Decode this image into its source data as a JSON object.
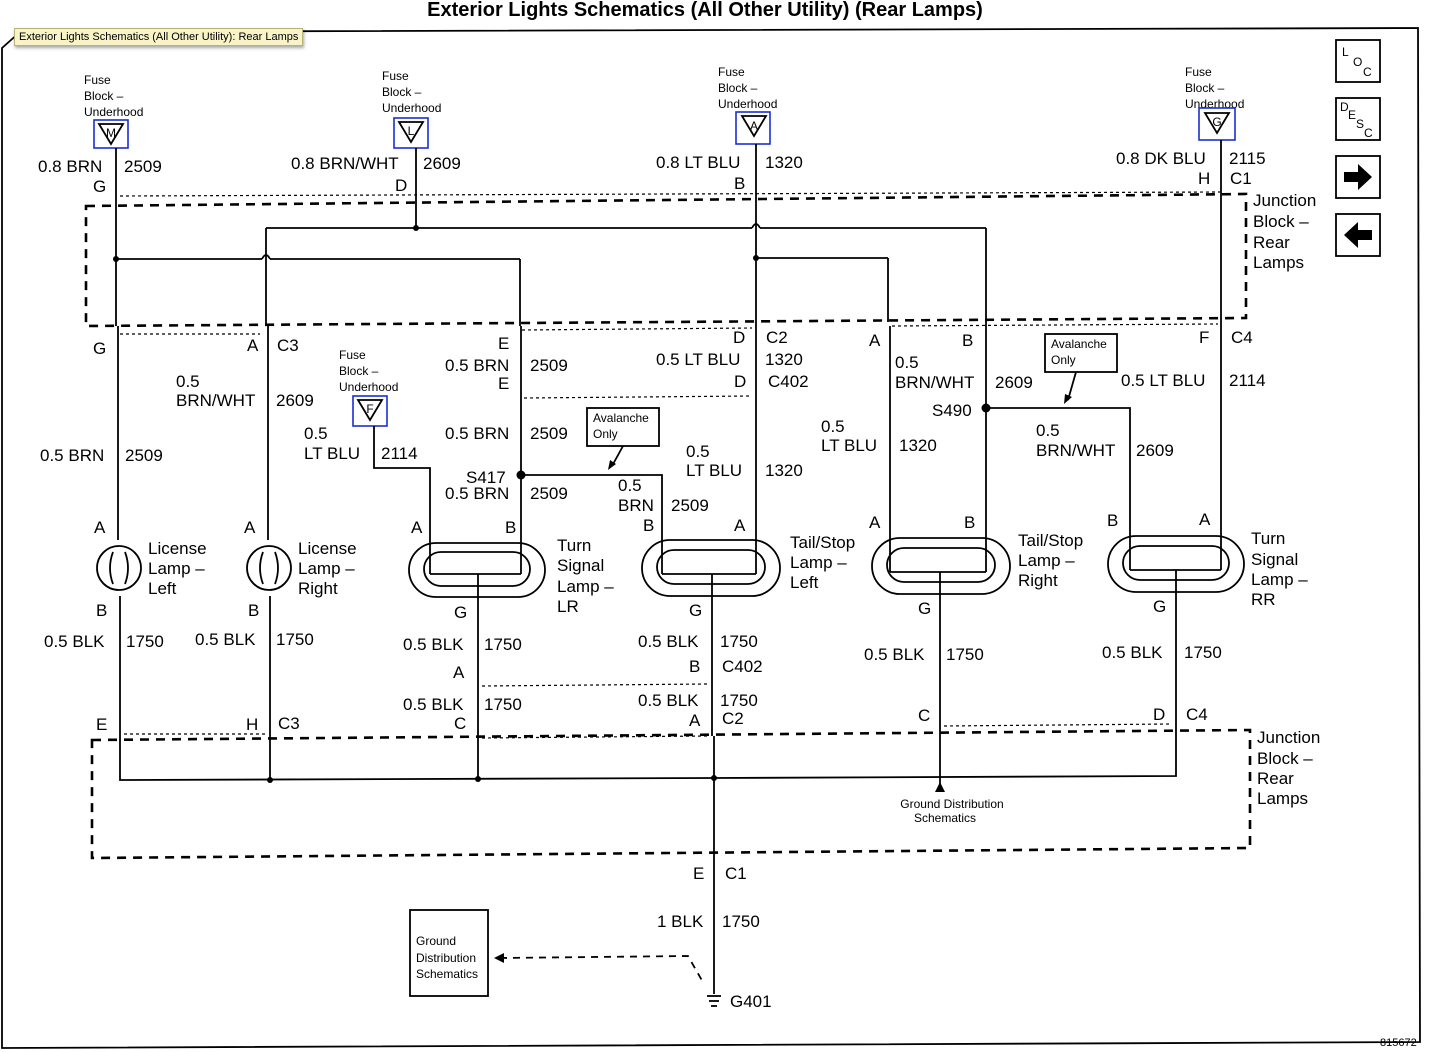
{
  "title": "Exterior Lights Schematics (All Other Utility) (Rear Lamps)",
  "tooltip": "Exterior Lights Schematics (All Other Utility): Rear Lamps",
  "figure_number": "815672",
  "nav": {
    "loc": [
      "L",
      "O",
      "C"
    ],
    "desc": [
      "D",
      "E",
      "S",
      "C"
    ],
    "forward": "→",
    "back": "←"
  },
  "fuses": [
    {
      "l1": "Fuse",
      "l2": "Block –",
      "l3": "Underhood",
      "letter": "M",
      "wire": "0.8 BRN",
      "circuit": "2509",
      "pin": "G"
    },
    {
      "l1": "Fuse",
      "l2": "Block –",
      "l3": "Underhood",
      "letter": "L",
      "wire": "0.8 BRN/WHT",
      "circuit": "2609",
      "pin": "D"
    },
    {
      "l1": "Fuse",
      "l2": "Block –",
      "l3": "Underhood",
      "letter": "A",
      "wire": "0.8 LT BLU",
      "circuit": "1320",
      "pin": "B"
    },
    {
      "l1": "Fuse",
      "l2": "Block –",
      "l3": "Underhood",
      "letter": "G",
      "wire": "0.8 DK BLU",
      "circuit": "2115",
      "pin": "H",
      "connector": "C1"
    },
    {
      "l1": "Fuse",
      "l2": "Block –",
      "l3": "Underhood",
      "letter": "F"
    }
  ],
  "junction_top": [
    "Junction",
    "Block –",
    "Rear",
    "Lamps"
  ],
  "junction_bottom": [
    "Junction",
    "Block –",
    "Rear",
    "Lamps"
  ],
  "outputs": {
    "g": "G",
    "a": "A",
    "c3": "C3",
    "e": "E",
    "d": "D",
    "c2": "C2",
    "a2": "A",
    "b": "B",
    "f": "F",
    "c4": "C4"
  },
  "wires": {
    "w1_size": "0.5 BRN",
    "w1_circ": "2509",
    "w2_size1": "0.5",
    "w2_size2": "BRN/WHT",
    "w2_circ": "2609",
    "w3_size1": "0.5",
    "w3_size2": "LT BLU",
    "w3_circ": "2114",
    "w4a_size": "0.5 BRN",
    "w4a_circ": "2509",
    "w4a_pin": "E",
    "w4b_size": "0.5 BRN",
    "w4b_circ": "2509",
    "w4c_size": "0.5 BRN",
    "w4c_circ": "2509",
    "w5a_size": "0.5 LT BLU",
    "w5a_circ": "1320",
    "w5a_pin": "D",
    "w5a_conn": "C402",
    "w5_size1": "0.5",
    "w5_size2": "LT BLU",
    "w5_circ": "1320",
    "w6_size1": "0.5",
    "w6_size2": "BRN",
    "w6_circ": "2509",
    "w7_size1": "0.5",
    "w7_size2": "LT BLU",
    "w7_circ": "1320",
    "w8_size1": "0.5",
    "w8_size2": "BRN/WHT",
    "w8_circ": "2609",
    "w9_size1": "0.5",
    "w9_size2": "BRN/WHT",
    "w9_circ": "2609",
    "w10_size": "0.5 LT BLU",
    "w10_circ": "2114",
    "s417": "S417",
    "s490": "S490",
    "aval1a": "Avalanche",
    "aval1b": "Only",
    "aval2a": "Avalanche",
    "aval2b": "Only"
  },
  "lamps": [
    {
      "l1": "License",
      "l2": "Lamp –",
      "l3": "Left",
      "top": "A",
      "bottom": "B"
    },
    {
      "l1": "License",
      "l2": "Lamp –",
      "l3": "Right",
      "top": "A",
      "bottom": "B"
    },
    {
      "l1": "Turn",
      "l2": "Signal",
      "l3": "Lamp –",
      "l4": "LR",
      "left": "A",
      "right": "B",
      "bottom": "G"
    },
    {
      "l1": "Tail/Stop",
      "l2": "Lamp –",
      "l3": "Left",
      "left": "B",
      "right": "A",
      "bottom": "G"
    },
    {
      "l1": "Tail/Stop",
      "l2": "Lamp –",
      "l3": "Right",
      "left": "A",
      "right": "B",
      "bottom": "G"
    },
    {
      "l1": "Turn",
      "l2": "Signal",
      "l3": "Lamp –",
      "l4": "RR",
      "left": "B",
      "right": "A",
      "bottom": "G"
    }
  ],
  "grounds": {
    "g1_size": "0.5 BLK",
    "g1_circ": "1750",
    "g1_pin": "E",
    "g2_size": "0.5 BLK",
    "g2_circ": "1750",
    "g2_pin": "H",
    "g2_conn": "C3",
    "g3_size": "0.5 BLK",
    "g3_circ": "1750",
    "g3_pin": "A",
    "g3b_size": "0.5 BLK",
    "g3b_circ": "1750",
    "g3b_pin": "C",
    "g4_size": "0.5 BLK",
    "g4_circ": "1750",
    "g4_pin": "B",
    "g4_conn": "C402",
    "g4b_size": "0.5 BLK",
    "g4b_circ": "1750",
    "g4b_pin": "A",
    "g4b_conn": "C2",
    "g5_size": "0.5 BLK",
    "g5_circ": "1750",
    "g5_pin": "C",
    "g6_size": "0.5 BLK",
    "g6_circ": "1750",
    "g6_pin": "D",
    "g6_conn": "C4",
    "gds1": "Ground Distribution",
    "gds2": "Schematics",
    "out_pin": "E",
    "out_conn": "C1",
    "out_size": "1 BLK",
    "out_circ": "1750",
    "g401": "G401",
    "box1": "Ground",
    "box2": "Distribution",
    "box3": "Schematics"
  }
}
